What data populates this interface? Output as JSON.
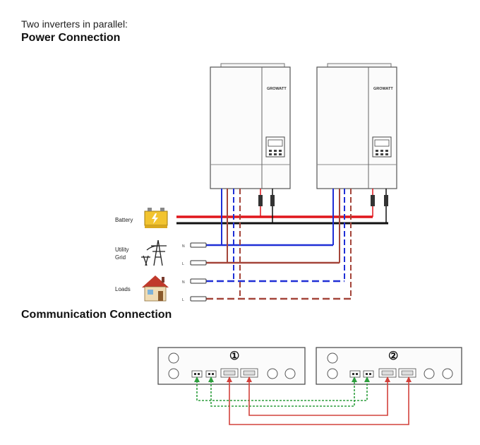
{
  "header": {
    "subtitle": "Two inverters in parallel:",
    "power_title": "Power Connection",
    "comm_title": "Communication Connection"
  },
  "inverters": {
    "brand": "GROWATT"
  },
  "power": {
    "labels": {
      "battery": "Battery",
      "utility_line1": "Utility",
      "utility_line2": "Grid",
      "loads": "Loads"
    },
    "terminal_tags": {
      "grid_n": "N",
      "grid_l": "L",
      "load_n": "N",
      "load_l": "L"
    }
  },
  "comm": {
    "unit_labels": [
      "①",
      "②"
    ]
  },
  "colors": {
    "positive": "#e0161b",
    "negative": "#111111",
    "neutral": "#1f2fd6",
    "line": "#a4453a",
    "comm_green": "#2e9e3e",
    "comm_red": "#d2423c"
  }
}
